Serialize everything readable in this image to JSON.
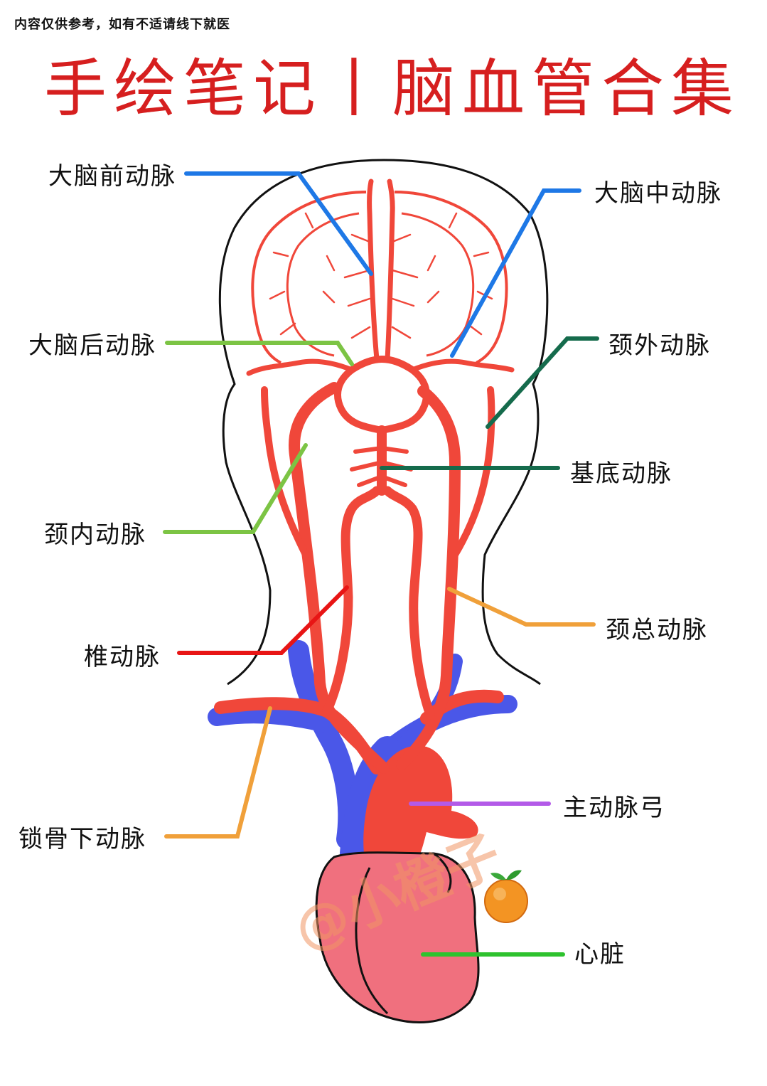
{
  "disclaimer": "内容仅供参考，如有不适请线下就医",
  "title": "手绘笔记丨脑血管合集",
  "watermark": "@小橙子",
  "labels": {
    "anterior_cerebral": "大脑前动脉",
    "middle_cerebral": "大脑中动脉",
    "posterior_cerebral": "大脑后动脉",
    "external_carotid": "颈外动脉",
    "basilar": "基底动脉",
    "internal_carotid": "颈内动脉",
    "common_carotid": "颈总动脉",
    "vertebral": "椎动脉",
    "subclavian": "锁骨下动脉",
    "aortic_arch": "主动脉弓",
    "heart": "心脏"
  },
  "colors": {
    "title": "#d61f1f",
    "artery": "#f0473a",
    "vein": "#4a57e8",
    "heart": "#f0707e",
    "leader_blue": "#1e78e6",
    "leader_light_green": "#7cc444",
    "leader_dark_green": "#156b4c",
    "leader_red": "#e81515",
    "leader_orange": "#f0a03a",
    "leader_purple": "#b35ae8",
    "leader_green": "#2ec22e"
  },
  "icons": {
    "orange": "orange-icon"
  }
}
